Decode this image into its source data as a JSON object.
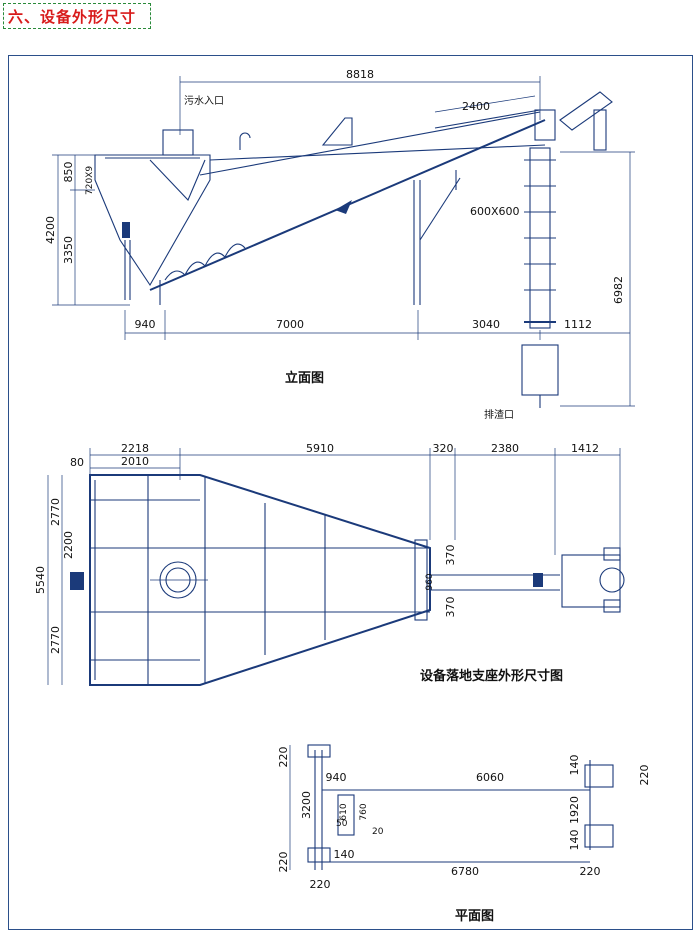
{
  "header": {
    "title": "六、设备外形尺寸"
  },
  "elevation": {
    "title": "立面图",
    "inlet_label": "污水入口",
    "discharge_label": "排渣口",
    "dims": {
      "total_length": "8818",
      "incline_top": "2400",
      "pipe": "720X9",
      "h850": "850",
      "h4200": "4200",
      "h3350": "3350",
      "support": "600X600",
      "h6982": "6982",
      "d940": "940",
      "d7000": "7000",
      "d3040": "3040",
      "d1112": "1112"
    }
  },
  "floor_plan": {
    "title": "设备落地支座外形尺寸图",
    "dims": {
      "d2218": "2218",
      "d2010": "2010",
      "d80": "80",
      "d5910": "5910",
      "d320": "320",
      "d2380": "2380",
      "d1412": "1412",
      "d2770a": "2770",
      "d2200": "2200",
      "d5540": "5540",
      "d2770b": "2770",
      "d960": "960",
      "d370a": "370",
      "d370b": "370"
    }
  },
  "plan": {
    "title": "平面图",
    "dims": {
      "d220a": "220",
      "d940": "940",
      "d6060": "6060",
      "d140a": "140",
      "d220b": "220",
      "d3200": "3200",
      "d610": "610",
      "d760": "760",
      "d50": "50",
      "d20": "20",
      "d1920": "1920",
      "d140b": "140",
      "d220c": "220",
      "d140c": "140",
      "d6780": "6780",
      "d220d": "220",
      "d220e": "220"
    }
  }
}
